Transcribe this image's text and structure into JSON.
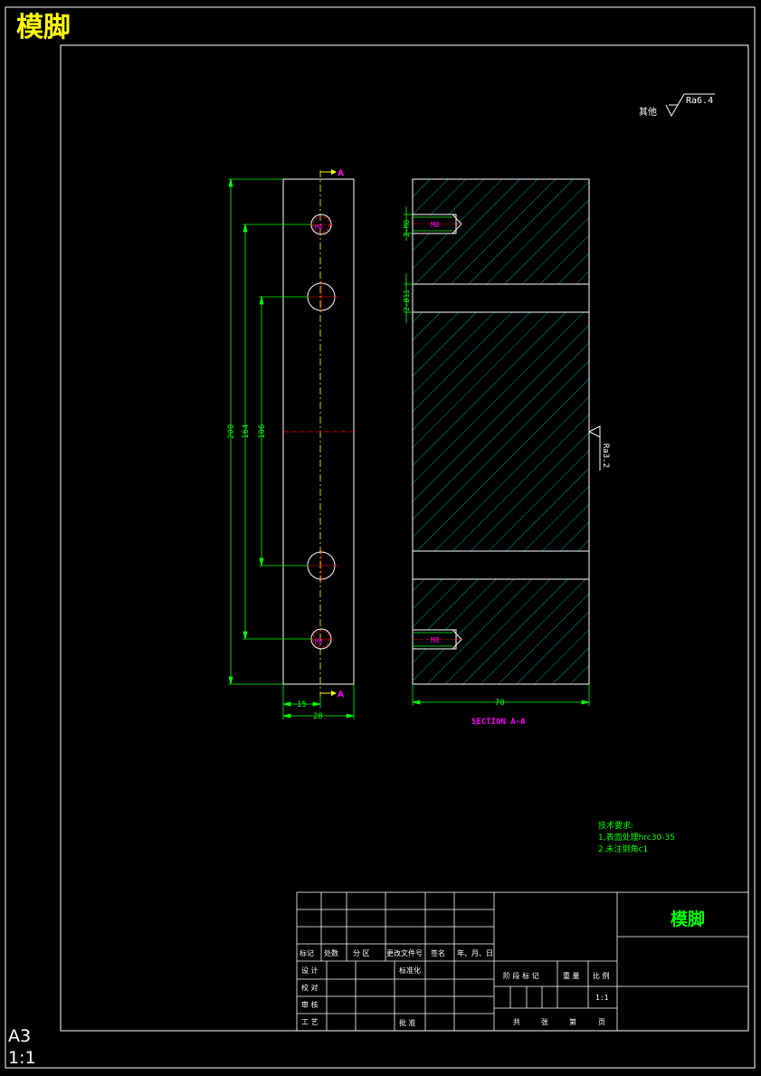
{
  "sheet": {
    "title": "模脚",
    "paper_size": "A3",
    "scale": "1:1"
  },
  "roughness": {
    "other_label": "其他",
    "other_value": "Ra6.4",
    "side_value": "Ra3.2"
  },
  "section": {
    "marker": "A",
    "caption": "SECTION A-A"
  },
  "dimensions": {
    "height_total": "200",
    "height_screws": "164",
    "height_pins": "106",
    "width_offset": "15",
    "width_total": "28",
    "length_section": "70",
    "thread_callout": "2-M8",
    "pin_callout": "2-Ø11",
    "thread_label": "M8"
  },
  "notes": {
    "heading": "技术要求:",
    "items": [
      "1,表面处理hrc30-35",
      "2.未注倒角c1"
    ]
  },
  "title_block": {
    "part_name": "模脚",
    "header_labels": [
      "标记",
      "处数",
      "分 区",
      "更改文件号",
      "签名",
      "年、月、日"
    ],
    "design": "设 计",
    "standardize": "标准化",
    "check": "校 对",
    "review": "审 核",
    "process": "工 艺",
    "approve": "批 准",
    "stage_labels": [
      "阶 段 标 记",
      "重 量",
      "比 例"
    ],
    "scale_value": "1:1",
    "sheet_info": [
      "共",
      "张",
      "第",
      "页"
    ]
  },
  "colors": {
    "outline": "#ffffff",
    "dimension": "#00ff00",
    "hatch": "#00c8c8",
    "centerline": "#ffff00",
    "center_mark": "#ff0000",
    "marker": "#ff00ff",
    "title_text": "#ffff00"
  }
}
